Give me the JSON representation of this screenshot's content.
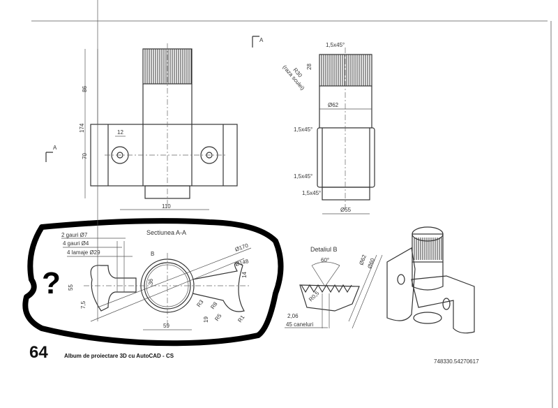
{
  "page": {
    "number": "64",
    "book_title": "Album de proiectare 3D cu AutoCAD - CS",
    "code": "748330.54270617",
    "question_mark": "?"
  },
  "front_view": {
    "section_mark": "A",
    "dims": {
      "d86": "86",
      "d174": "174",
      "d70": "70",
      "d12": "12",
      "d110": "110"
    }
  },
  "side_view": {
    "chamfer_top": "1,5x45°",
    "d28": "28",
    "r30": "R30",
    "r30_note": "(raza sculei)",
    "dia62": "Ø62",
    "chamfer_1": "1,5x45°",
    "chamfer_2": "1,5x45°",
    "chamfer_3": "1,5x45°",
    "dia55": "Ø55"
  },
  "section": {
    "title": "Sectiunea A-A",
    "holes_7": "2 gauri Ø7",
    "holes_4": "4 gauri Ø4",
    "counterbore": "4 lamaje Ø29",
    "detail_mark": "B",
    "dia170": "Ø170",
    "dia148": "Ø148",
    "d14": "14",
    "d55": "55",
    "d7_5": "7,5",
    "d36": "36",
    "r3": "R3",
    "r8": "R8",
    "r5": "R5",
    "r1": "R1",
    "d19": "19",
    "d59": "59"
  },
  "detail_b": {
    "title": "Detaliul B",
    "angle": "60°",
    "dia62": "Ø62",
    "dia60": "Ø60",
    "r05": "R0,5",
    "pitch": "2,06",
    "grooves": "45 caneluri"
  }
}
